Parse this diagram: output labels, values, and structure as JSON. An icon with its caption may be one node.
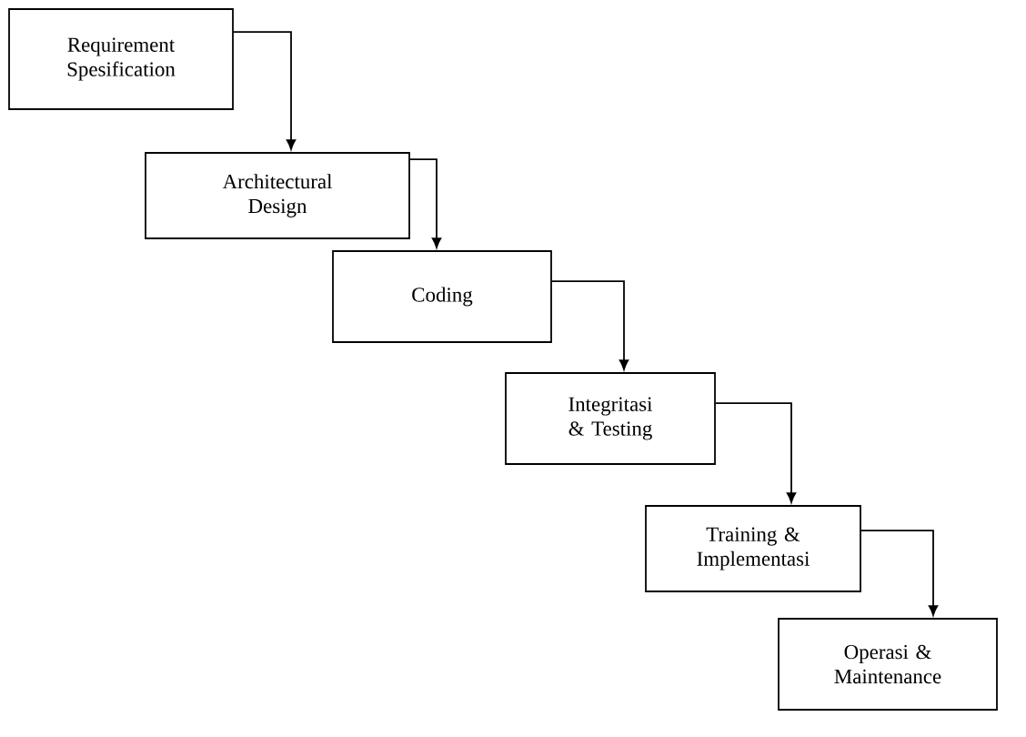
{
  "diagram": {
    "nodes": [
      {
        "text": [
          "Requirement Spesification"
        ]
      },
      {
        "text": [
          "Architectural Design"
        ]
      },
      {
        "text": [
          "Coding"
        ]
      },
      {
        "text": [
          "Integritasi & Testing"
        ]
      },
      {
        "text": [
          "Training & Implementasi"
        ]
      },
      {
        "text": [
          "Operasi & Maintenance"
        ]
      }
    ],
    "edges": [
      {
        "from": 0,
        "to": 1,
        "arrow": "to"
      },
      {
        "from": 1,
        "to": 2,
        "arrow": "to"
      },
      {
        "from": 2,
        "to": 3,
        "arrow": "to"
      },
      {
        "from": 3,
        "to": 4,
        "arrow": "to"
      },
      {
        "from": 4,
        "to": 5,
        "arrow": "to"
      }
    ]
  }
}
